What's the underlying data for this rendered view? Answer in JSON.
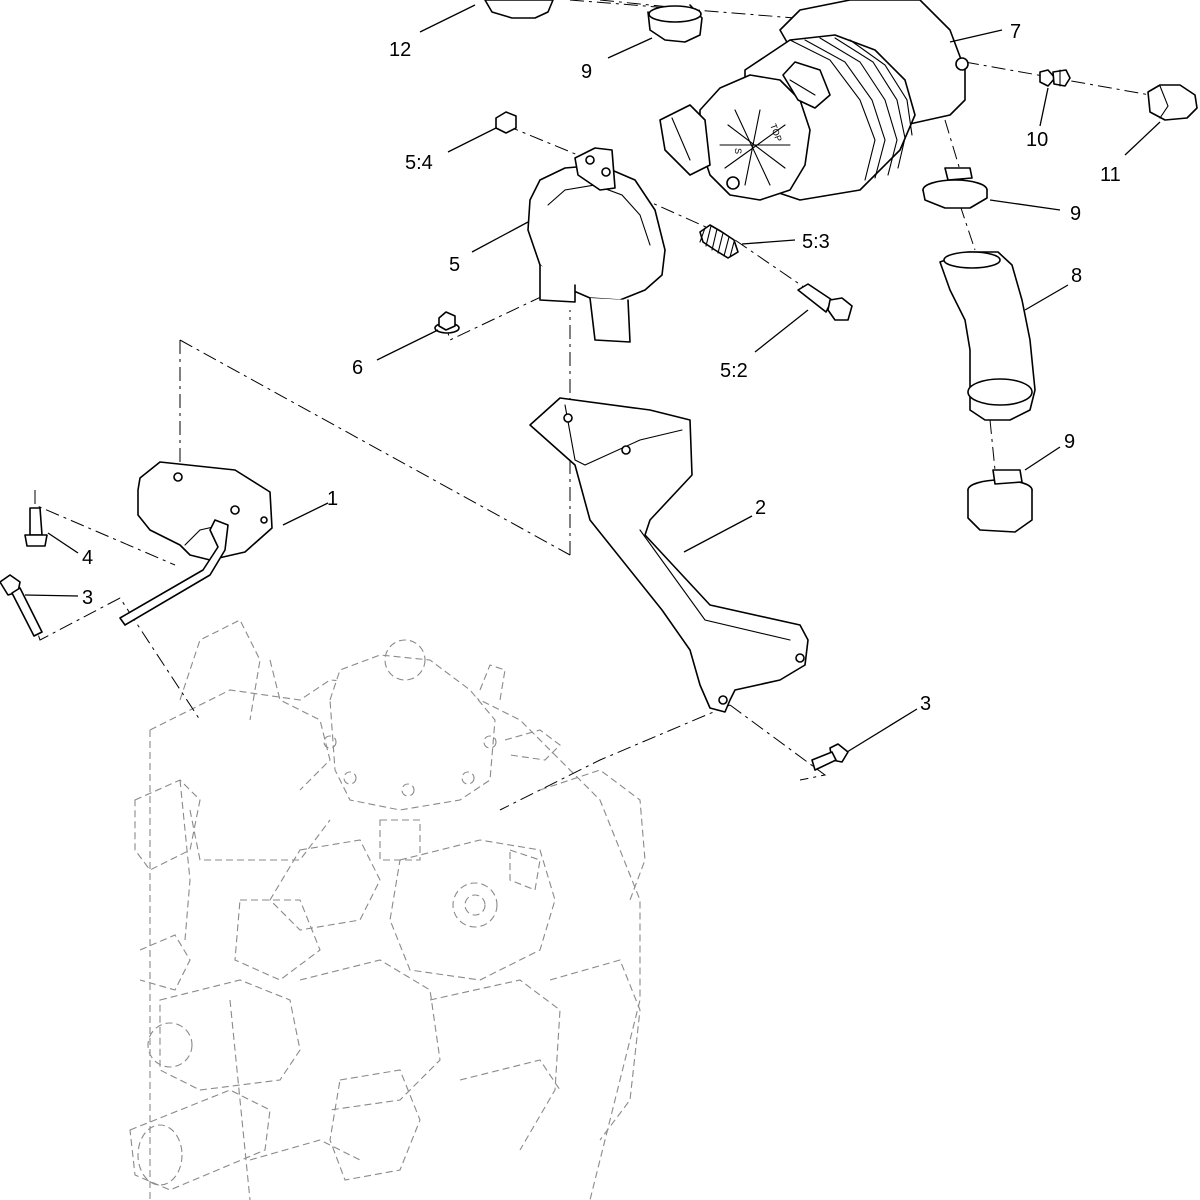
{
  "callouts": [
    {
      "id": "c1",
      "label": "1"
    },
    {
      "id": "c2",
      "label": "2"
    },
    {
      "id": "c3a",
      "label": "3"
    },
    {
      "id": "c3b",
      "label": "3"
    },
    {
      "id": "c4",
      "label": "4"
    },
    {
      "id": "c5",
      "label": "5"
    },
    {
      "id": "c5_2",
      "label": "5:2"
    },
    {
      "id": "c5_3",
      "label": "5:3"
    },
    {
      "id": "c5_4",
      "label": "5:4"
    },
    {
      "id": "c6",
      "label": "6"
    },
    {
      "id": "c7",
      "label": "7"
    },
    {
      "id": "c8",
      "label": "8"
    },
    {
      "id": "c9a",
      "label": "9"
    },
    {
      "id": "c9b",
      "label": "9"
    },
    {
      "id": "c9c",
      "label": "9"
    },
    {
      "id": "c10",
      "label": "10"
    },
    {
      "id": "c11",
      "label": "11"
    },
    {
      "id": "c12",
      "label": "12"
    }
  ],
  "filter_markings": {
    "top_mark": "TOP",
    "arrow_letter": "S"
  }
}
